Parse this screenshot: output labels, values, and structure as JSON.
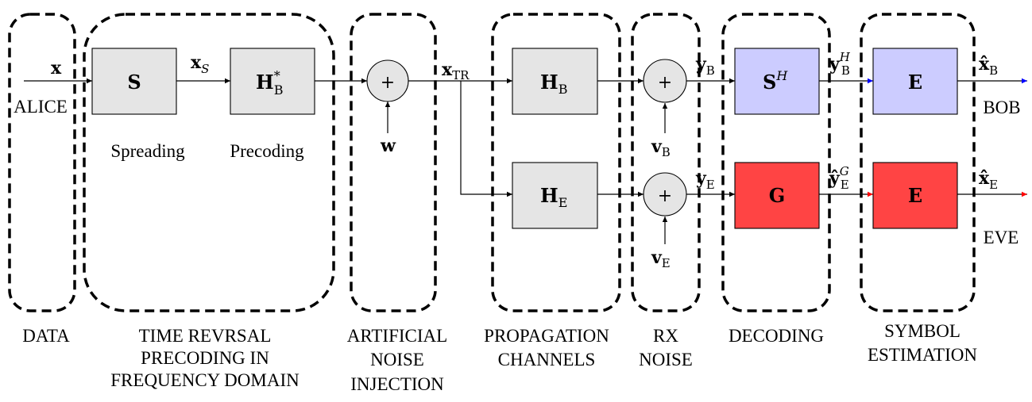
{
  "colors": {
    "alice": "#4f8a3a",
    "bob": "#2a4d9c",
    "eve": "#ee1111",
    "blue_path": "#0000ff",
    "red_path": "#ff0000",
    "block_gray": "#e5e5e5",
    "block_blue": "#ccccff",
    "block_red": "#ff4444"
  },
  "regions": [
    {
      "id": "data",
      "label_lines": [
        "DATA"
      ]
    },
    {
      "id": "tr_precoding",
      "label_lines": [
        "TIME REVRSAL",
        "PRECODING IN",
        "FREQUENCY DOMAIN"
      ]
    },
    {
      "id": "noise_injection",
      "label_lines": [
        "ARTIFICIAL",
        "NOISE",
        "INJECTION"
      ]
    },
    {
      "id": "propagation",
      "label_lines": [
        "PROPAGATION",
        "CHANNELS"
      ]
    },
    {
      "id": "rx_noise",
      "label_lines": [
        "RX",
        "NOISE"
      ]
    },
    {
      "id": "decoding",
      "label_lines": [
        "DECODING"
      ]
    },
    {
      "id": "symbol_estimation",
      "label_lines": [
        "SYMBOL",
        "ESTIMATION"
      ]
    }
  ],
  "blocks": {
    "spreading": {
      "main": "S",
      "caption": "Spreading"
    },
    "precoding": {
      "main": "H",
      "sub": "B",
      "sup": "*",
      "caption": "Precoding"
    },
    "h_bob": {
      "main": "H",
      "sub": "B"
    },
    "h_eve": {
      "main": "H",
      "sub": "E"
    },
    "despread": {
      "main": "S",
      "sup": "H"
    },
    "eve_filter": {
      "main": "G"
    },
    "est_bob": {
      "main": "E"
    },
    "est_eve": {
      "main": "E"
    }
  },
  "adders": {
    "symbol": "+"
  },
  "signals": {
    "x": {
      "main": "x"
    },
    "x_s": {
      "main": "x",
      "sub": "S"
    },
    "x_tr": {
      "main": "x",
      "sub": "TR"
    },
    "w": {
      "main": "w"
    },
    "v_b": {
      "main": "v",
      "sub": "B"
    },
    "v_e": {
      "main": "v",
      "sub": "E"
    },
    "y_b": {
      "main": "y",
      "sub": "B"
    },
    "y_e": {
      "main": "y",
      "sub": "E"
    },
    "y_b_h": {
      "main": "y",
      "sub": "B",
      "sup": "H"
    },
    "y_e_g": {
      "main": "ŷ",
      "sub": "E",
      "sup": "G"
    },
    "xhat_b": {
      "main": "x̂",
      "sub": "B"
    },
    "xhat_e": {
      "main": "x̂",
      "sub": "E"
    }
  },
  "endpoints": {
    "alice": "ALICE",
    "bob": "BOB",
    "eve": "EVE"
  }
}
